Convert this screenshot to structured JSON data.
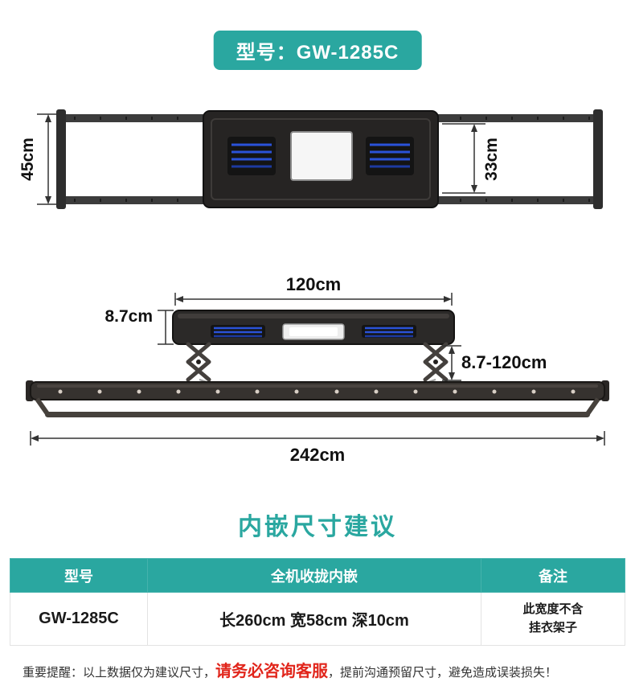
{
  "badge": {
    "label": "型号：GW-1285C"
  },
  "diagrams": {
    "top_view": {
      "frame_height": "45cm",
      "unit_depth": "33cm"
    },
    "front_view": {
      "unit_width": "120cm",
      "unit_height": "8.7cm",
      "drop_range": "8.7-120cm",
      "total_width": "242cm"
    }
  },
  "section_title": "内嵌尺寸建议",
  "table": {
    "headers": [
      "型号",
      "全机收拢内嵌",
      "备注"
    ],
    "row": {
      "model": "GW-1285C",
      "dimensions": "长260cm 宽58cm 深10cm",
      "note": "此宽度不含\n挂衣架子"
    }
  },
  "notice": {
    "prefix": "重要提醒：以上数据仅为建议尺寸，",
    "highlight": "请务必咨询客服",
    "suffix": "，提前沟通预留尺寸，避免造成误装损失！"
  },
  "colors": {
    "accent": "#2AA7A0",
    "warning_red": "#E1251B"
  }
}
